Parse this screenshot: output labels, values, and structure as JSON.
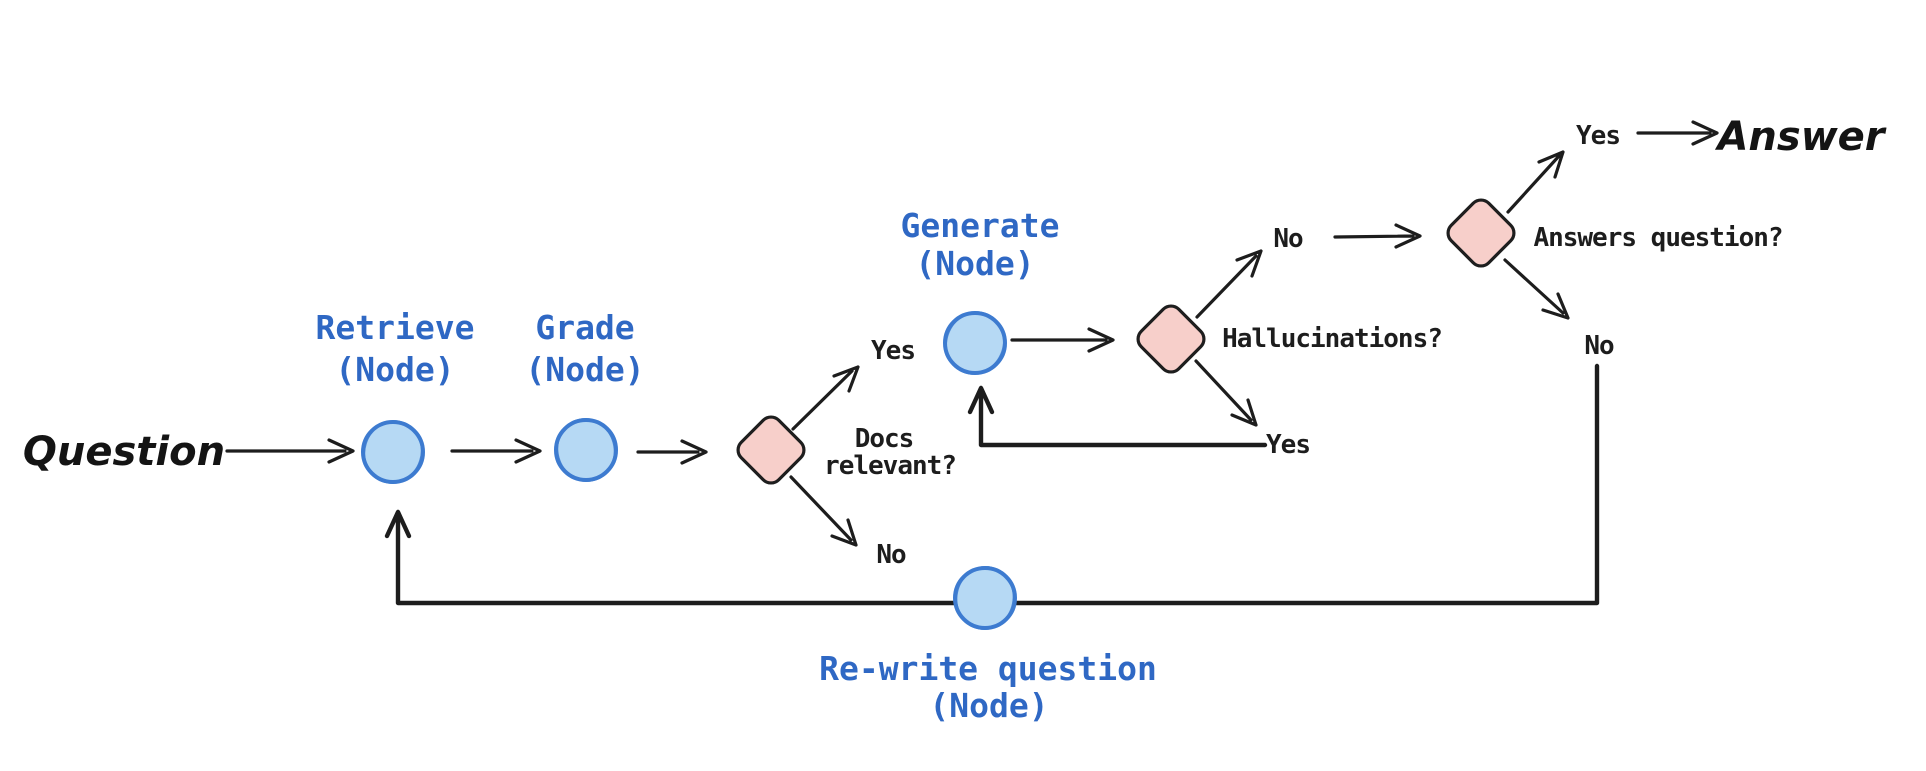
{
  "diagram": {
    "colors": {
      "background": "#ffffff",
      "node_fill_blue": "#b6d9f4",
      "node_stroke_blue": "#3d7bd0",
      "node_label_blue": "#2f68c4",
      "decision_fill_pink": "#f7cfca",
      "ink_black": "#1d1d1d"
    },
    "nodes": {
      "question": {
        "label": "Question"
      },
      "retrieve": {
        "line1": "Retrieve",
        "line2": "(Node)"
      },
      "grade": {
        "line1": "Grade",
        "line2": "(Node)"
      },
      "generate": {
        "line1": "Generate",
        "line2": "(Node)"
      },
      "rewrite": {
        "line1": "Re-write question",
        "line2": "(Node)"
      },
      "answer": {
        "label": "Answer"
      }
    },
    "decisions": {
      "docs_relevant": {
        "line1": "Docs",
        "line2": "relevant?"
      },
      "hallucinations": {
        "label": "Hallucinations?"
      },
      "answers_question": {
        "label": "Answers question?"
      }
    },
    "edge_labels": {
      "docs_yes": "Yes",
      "docs_no": "No",
      "hallucinations_no": "No",
      "hallucinations_yes": "Yes",
      "answers_yes": "Yes",
      "answers_no": "No"
    }
  }
}
